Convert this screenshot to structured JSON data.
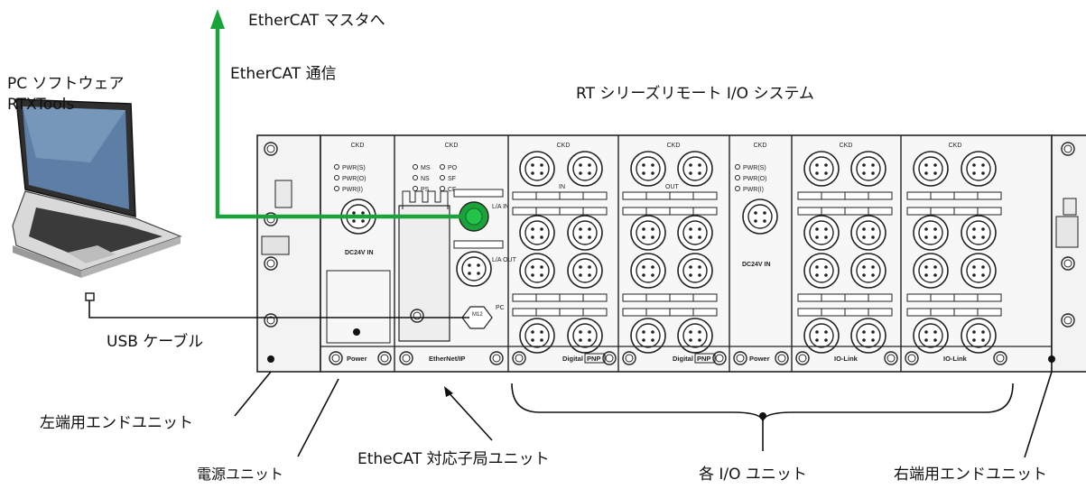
{
  "labels": {
    "ethercat_master": "EtherCAT マスタへ",
    "ethercat_comm": "EtherCAT 通信",
    "pc_software_line1": "PC ソフトウェア",
    "pc_software_line2": "RTXTools",
    "system_title": "RT シリーズリモート I/O  システム",
    "usb_cable": "USB ケーブル",
    "left_end_unit": "左端用エンドユニット",
    "power_unit": "電源ユニット",
    "ethercat_slave": "EtheCAT 対応子局ユニット",
    "io_units": "各 I/O ユニット",
    "right_end_unit": "右端用エンドユニット"
  },
  "modules": {
    "brand": "CKD",
    "power_leds": [
      "PWR(S)",
      "PWR(O)",
      "PWR(I)"
    ],
    "comm_leds_left": [
      "MS",
      "NS",
      "PS"
    ],
    "comm_leds_right": [
      "PO",
      "SF",
      "CF"
    ],
    "dc_in": "DC24V IN",
    "port_la_in": "L/A IN",
    "port_la_out": "L/A OUT",
    "port_pc": "PC",
    "m12_label": "M12",
    "bottom_power": "Power",
    "bottom_ethernet": "EtherNet/IP",
    "bottom_digital_1": "Digital",
    "bottom_digital_2": "Digital",
    "bottom_power_2": "Power",
    "bottom_iolink_1": "IO-Link",
    "bottom_iolink_2": "IO-Link",
    "pnp_label": "PNP",
    "in_label": "IN",
    "out_label": "OUT"
  },
  "colors": {
    "ethercat_line": "#1aa33a",
    "cable_line": "#111111",
    "housing": "#f6f6f6",
    "outline": "#222222"
  }
}
